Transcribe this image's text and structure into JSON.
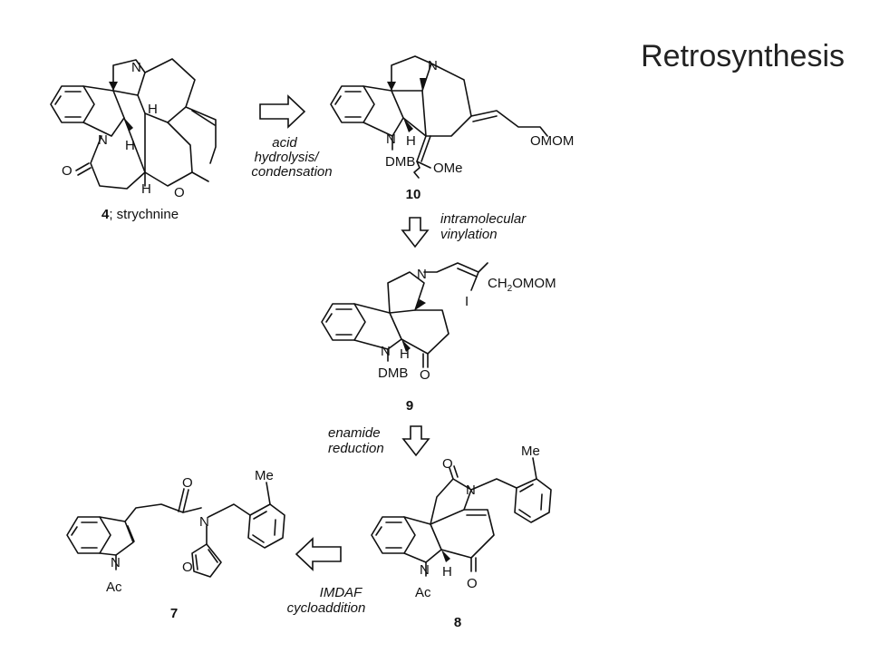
{
  "slide": {
    "title": "Retrosynthesis"
  },
  "compounds": {
    "strychnine": {
      "number": "4",
      "caption_suffix": "; strychnine"
    },
    "c10": {
      "number": "10"
    },
    "c9": {
      "number": "9"
    },
    "c8": {
      "number": "8"
    },
    "c7": {
      "number": "7"
    }
  },
  "atoms": {
    "N": "N",
    "H": "H",
    "O": "O",
    "I": "I",
    "DMB": "DMB",
    "OMe": "OMe",
    "OMOM": "OMOM",
    "Ac": "Ac",
    "Me": "Me",
    "CH": "CH",
    "two": "2",
    "OMOM_tail": "OMOM"
  },
  "transforms": {
    "t1": [
      "acid",
      "hydrolysis/",
      "condensation"
    ],
    "t2": [
      "intramolecular",
      "vinylation"
    ],
    "t3": [
      "enamide",
      "reduction"
    ],
    "t4": [
      "IMDAF",
      "cycloaddition"
    ]
  }
}
